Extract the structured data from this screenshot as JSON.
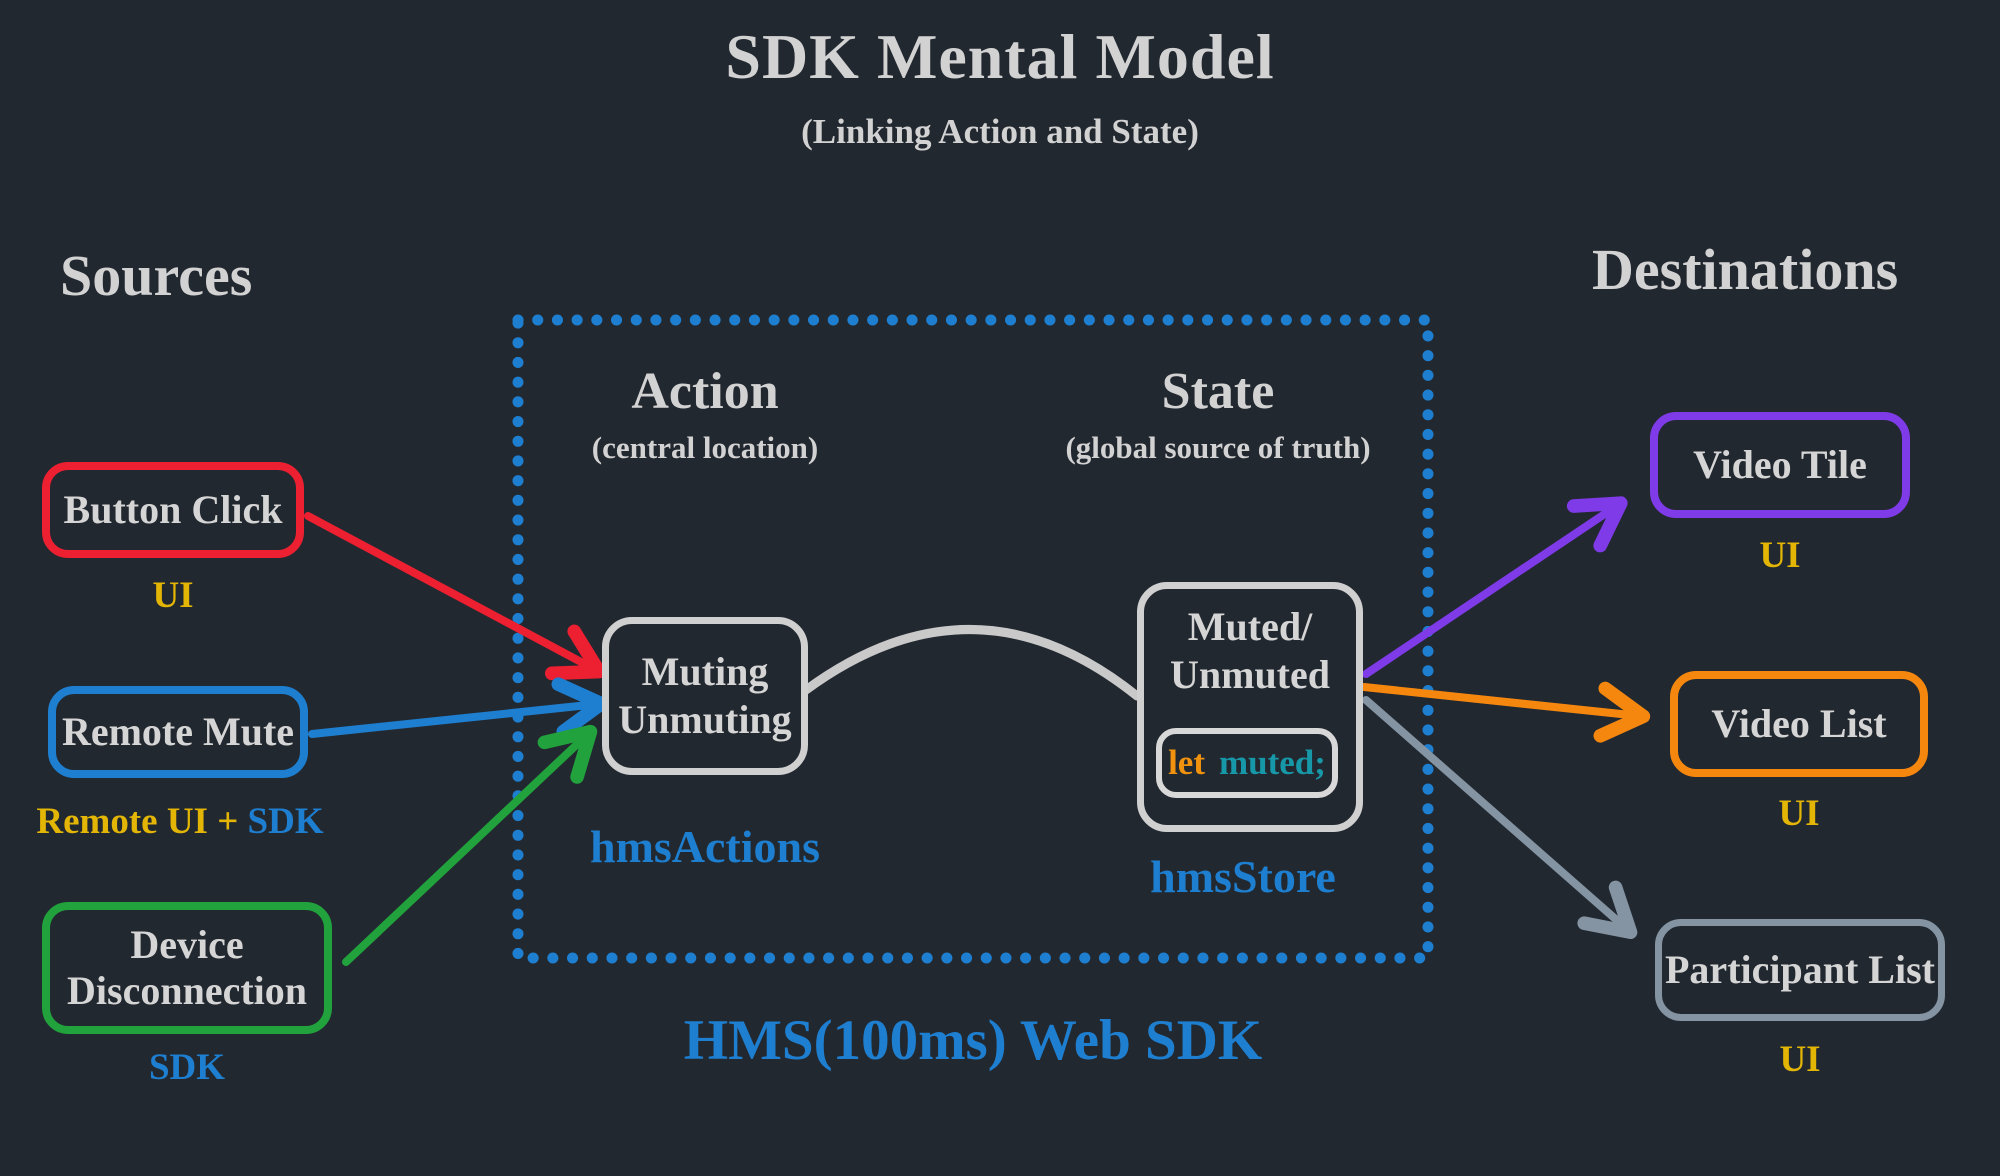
{
  "title": "SDK Mental Model",
  "subtitle": "(Linking Action and State)",
  "sources": {
    "heading": "Sources",
    "items": [
      {
        "label": "Button Click",
        "caption": "UI"
      },
      {
        "label": "Remote Mute",
        "caption_part1": "Remote UI +",
        "caption_part2": "SDK"
      },
      {
        "label_line1": "Device",
        "label_line2": "Disconnection",
        "caption": "SDK"
      }
    ]
  },
  "center": {
    "action_heading": "Action",
    "action_sub": "(central location)",
    "state_heading": "State",
    "state_sub": "(global source of truth)",
    "muting_box": {
      "line1": "Muting",
      "line2": "Unmuting",
      "label": "hmsActions"
    },
    "muted_box": {
      "line1": "Muted/",
      "line2": "Unmuted",
      "code_keyword": "let",
      "code_rest": "muted;",
      "label": "hmsStore"
    },
    "footer": "HMS(100ms) Web SDK"
  },
  "destinations": {
    "heading": "Destinations",
    "items": [
      {
        "label": "Video Tile",
        "caption": "UI"
      },
      {
        "label": "Video List",
        "caption": "UI"
      },
      {
        "label": "Participant List",
        "caption": "UI"
      }
    ]
  },
  "colors": {
    "background": "#222830",
    "text_light": "#D5D5D5",
    "heading": "#D2D2D2",
    "red": "#EC2031",
    "blue": "#1E7FD0",
    "green": "#21A23C",
    "purple": "#7F3BE8",
    "orange": "#F5870F",
    "slate": "#8494A3",
    "gold": "#E3B505",
    "white_line": "#C9C9C9",
    "code_orange": "#F0920E",
    "code_teal": "#1798A8"
  }
}
